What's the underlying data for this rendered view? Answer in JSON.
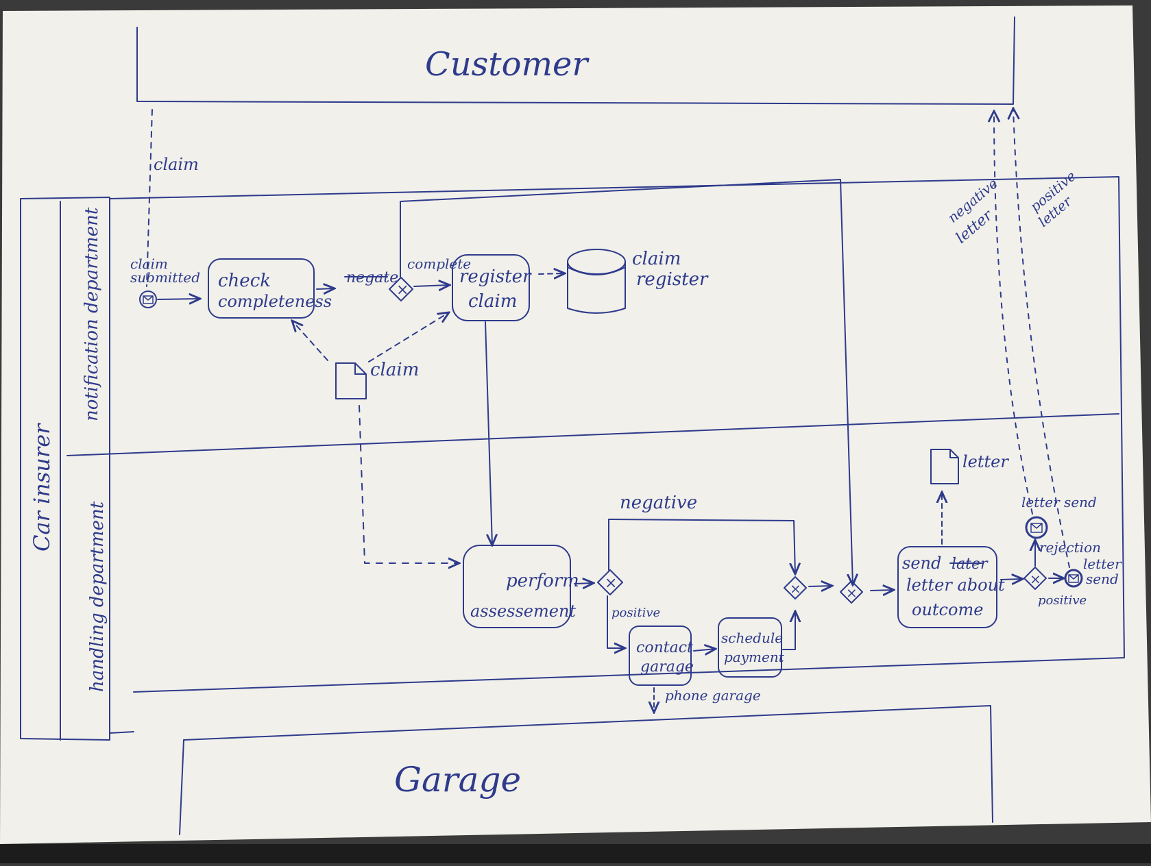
{
  "colors": {
    "ink": "#2e3a8c",
    "paper": "#f1f0ea",
    "background": "#3a3a3a"
  },
  "pools": {
    "customer": "Customer",
    "car_insurer": "Car insurer",
    "garage": "Garage"
  },
  "lanes": {
    "notification": "notification department",
    "handling": "handling department"
  },
  "events": {
    "start": {
      "label_line1": "claim",
      "label_line2": "submitted",
      "icon": "envelope-icon"
    },
    "letter_send_rejection": {
      "label": "letter send",
      "icon": "envelope-icon"
    },
    "letter_send_positive": {
      "label_line1": "letter",
      "label_line2": "send",
      "icon": "envelope-icon"
    }
  },
  "tasks": {
    "check": {
      "line1": "check",
      "line2": "completeness"
    },
    "register": {
      "line1": "register",
      "line2": "claim"
    },
    "assess": {
      "line1": "perform",
      "line2": "assessement"
    },
    "contact": {
      "line1": "contact",
      "line2": "garage"
    },
    "schedule": {
      "line1": "schedule",
      "line2": "payment"
    },
    "send": {
      "line1": "send",
      "struck": "later",
      "line2": "letter about",
      "line3": "outcome"
    }
  },
  "data_objects": {
    "claim_doc": "claim",
    "letter_doc": "letter",
    "register_store": {
      "line1": "claim",
      "line2": "register"
    }
  },
  "flow_labels": {
    "claim_message": "claim",
    "negative_struck": "negate",
    "complete": "complete",
    "negative_assessment": "negative",
    "positive_assessment": "positive",
    "phone_garage": "phone garage",
    "negative_letter": {
      "line1": "negative",
      "line2": "letter"
    },
    "positive_letter": {
      "line1": "positive",
      "line2": "letter"
    },
    "rejection": "rejection",
    "positive_outcome": "positive"
  },
  "gateway_symbol": "×"
}
